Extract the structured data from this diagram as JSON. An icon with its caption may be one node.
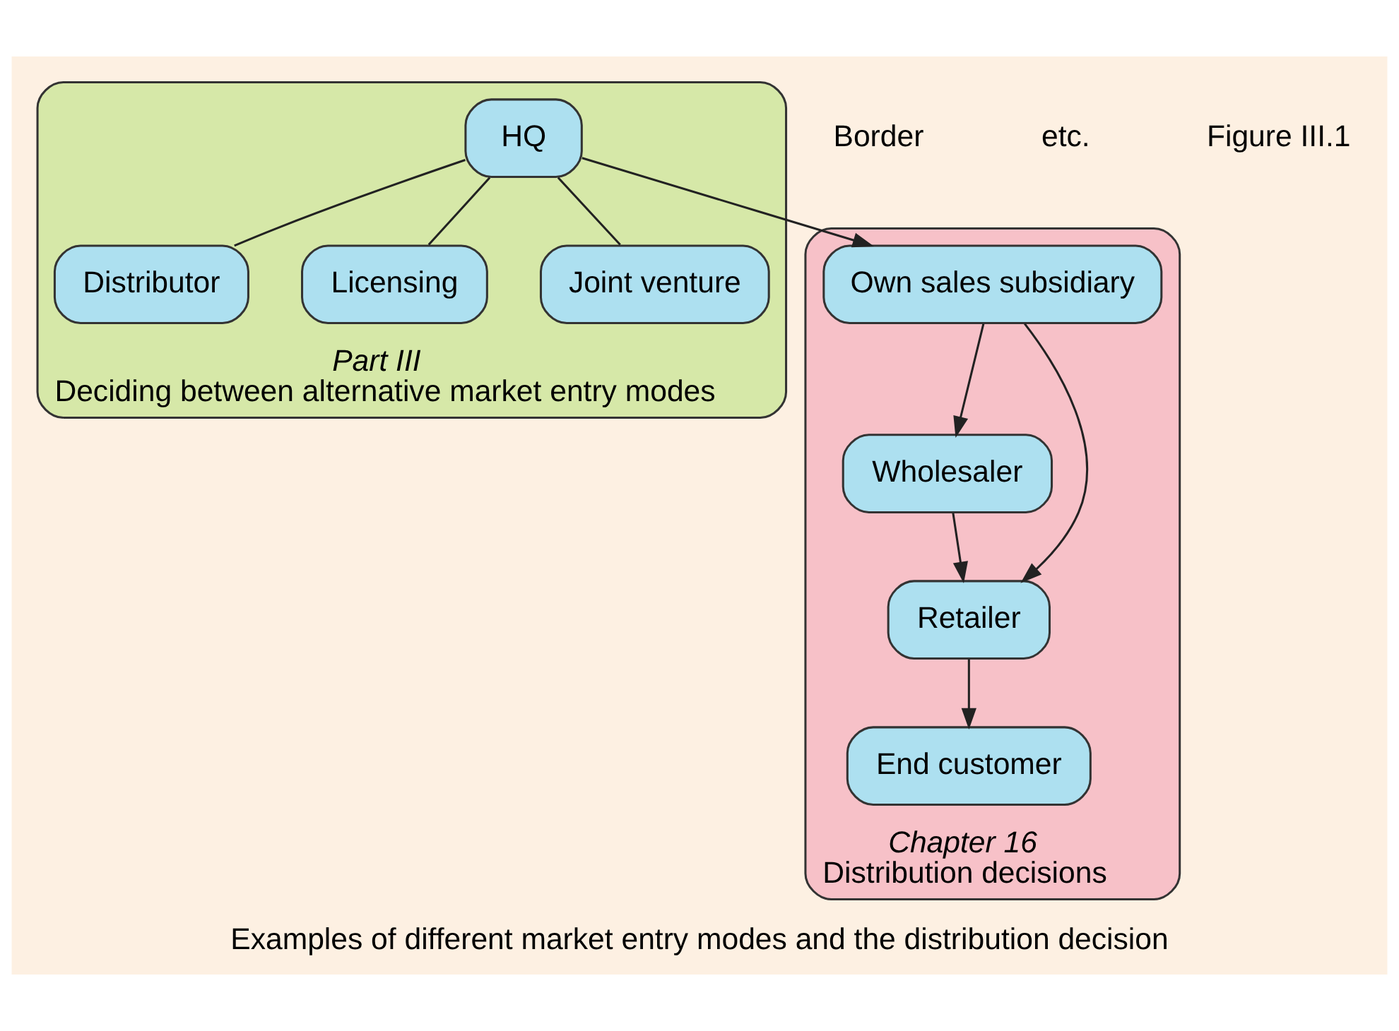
{
  "diagram": {
    "caption": "Examples of different market entry modes and the distribution decision",
    "nodes": [
      {
        "text": [
          "Part III",
          "Deciding between alternative market entry modes"
        ]
      },
      {
        "text": [
          "Chapter 16",
          "Distribution decisions"
        ]
      },
      {
        "text": [
          "HQ"
        ],
        "in": 0
      },
      {
        "text": [
          "Distributor"
        ],
        "in": 0
      },
      {
        "text": [
          "Own sales subsidiary"
        ],
        "in": 1
      },
      {
        "text": [
          "Licensing"
        ],
        "in": 0
      },
      {
        "text": [
          "Joint venture"
        ],
        "in": 0
      },
      {
        "text": [
          "Wholesaler"
        ],
        "in": 1
      },
      {
        "text": [
          "Retailer"
        ],
        "in": 1
      },
      {
        "text": [
          "End customer"
        ],
        "in": 1
      }
    ],
    "edges": [
      {
        "from": 2,
        "to": 3,
        "arrow": "none"
      },
      {
        "from": 2,
        "to": 4,
        "arrow": "to"
      },
      {
        "from": 2,
        "to": 5,
        "arrow": "none"
      },
      {
        "from": 2,
        "to": 6,
        "arrow": "none"
      },
      {
        "from": 4,
        "to": 7,
        "arrow": "to"
      },
      {
        "from": 4,
        "to": 8,
        "arrow": "to"
      },
      {
        "from": 7,
        "to": 8,
        "arrow": "to"
      },
      {
        "from": 8,
        "to": 9,
        "arrow": "to"
      }
    ],
    "labels": [
      "Border",
      "etc.",
      "Figure III.1"
    ]
  }
}
